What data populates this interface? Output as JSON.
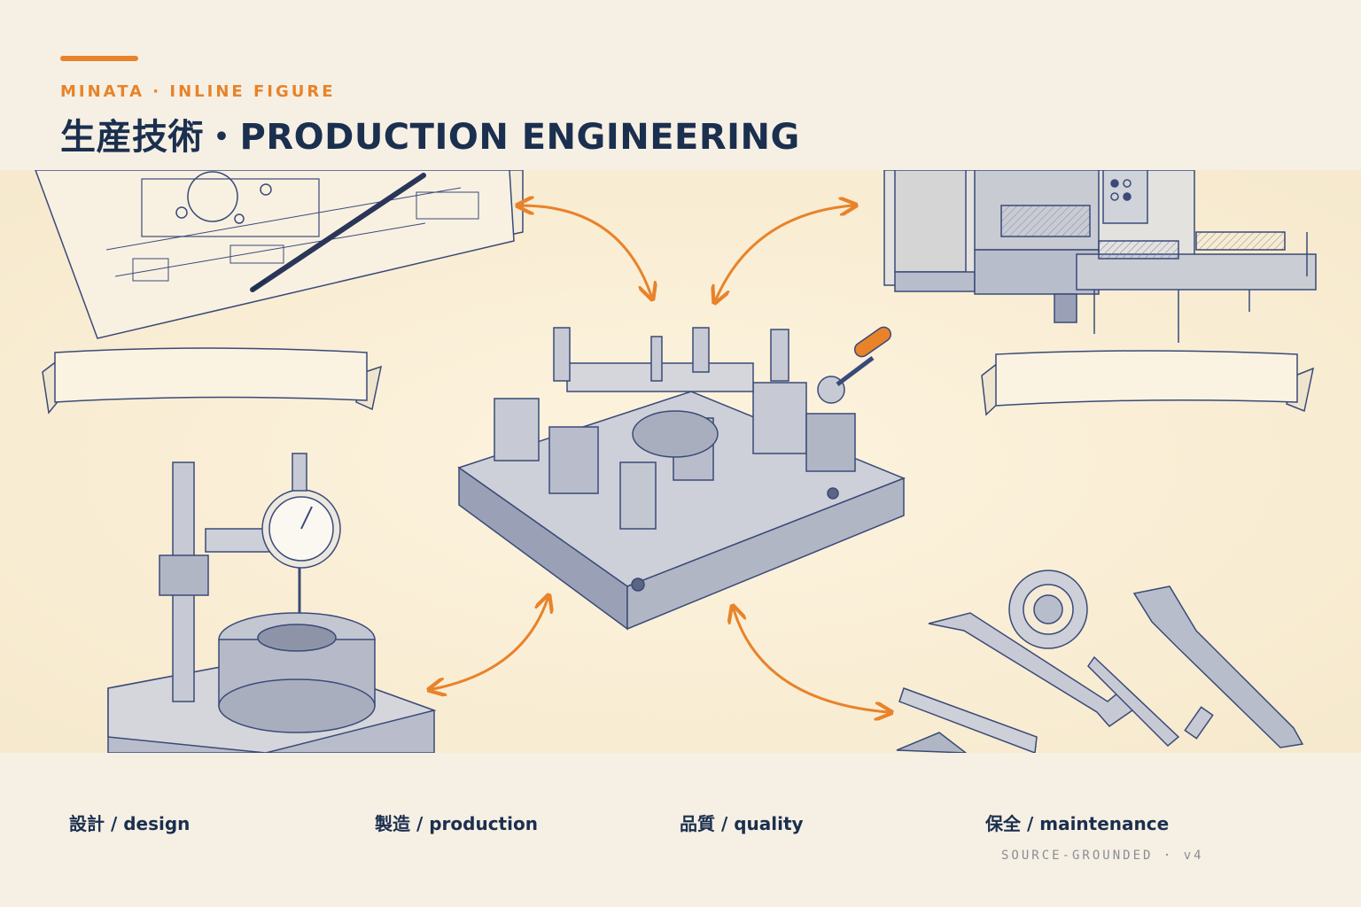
{
  "header": {
    "eyebrow": "MINATA · INLINE FIGURE",
    "title": "生産技術・PRODUCTION ENGINEERING"
  },
  "figure": {
    "center": "fixture-jig-icon",
    "nodes": [
      {
        "icon": "blueprint-drawing-icon",
        "position": "top-left"
      },
      {
        "icon": "cnc-machine-icon",
        "position": "top-right"
      },
      {
        "icon": "dial-gauge-icon",
        "position": "bottom-left"
      },
      {
        "icon": "tools-wrench-icon",
        "position": "bottom-right"
      }
    ],
    "banners": [
      "",
      ""
    ],
    "colors": {
      "accent": "#e8832a",
      "ink": "#3a4a78",
      "paper": "#fbf0da",
      "text": "#1b2f4f"
    }
  },
  "legend": {
    "items": [
      {
        "label": "設計 / design"
      },
      {
        "label": "製造 / production"
      },
      {
        "label": "品質 / quality"
      },
      {
        "label": "保全 / maintenance"
      }
    ]
  },
  "footer": {
    "text": "SOURCE-GROUNDED · v4"
  }
}
